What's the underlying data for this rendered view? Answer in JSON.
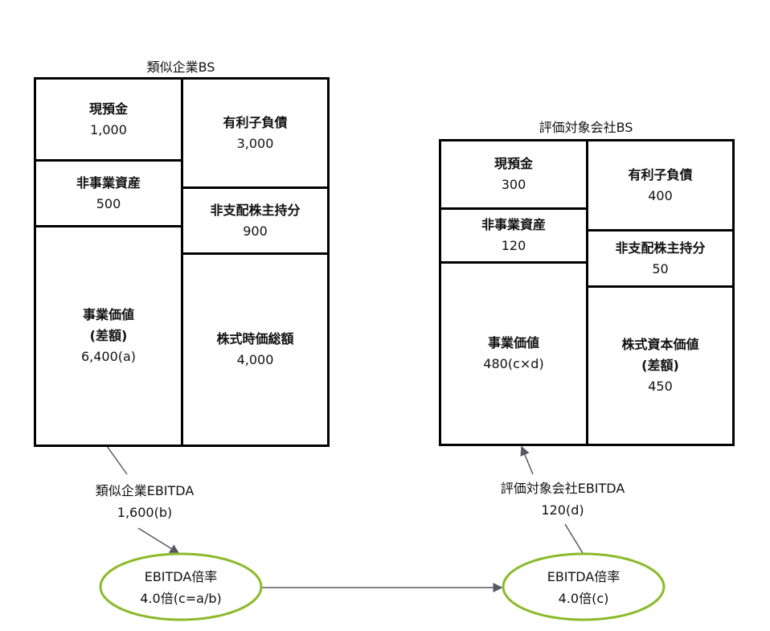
{
  "comparable": {
    "title": "類似企業BS",
    "cells": [
      {
        "label": "現預金",
        "value": "1,000"
      },
      {
        "label": "非事業資産",
        "value": "500"
      },
      {
        "label": "事業価値",
        "label2": "(差額)",
        "value": "6,400(a)"
      },
      {
        "label": "有利子負債",
        "value": "3,000"
      },
      {
        "label": "非支配株主持分",
        "value": "900"
      },
      {
        "label": "株式時価総額",
        "value": "4,000"
      }
    ],
    "ebitda_label": "類似企業EBITDA",
    "ebitda_value": "1,600(b)",
    "multiple_label": "EBITDA倍率",
    "multiple_value": "4.0倍(c=a/b)"
  },
  "target": {
    "title": "評価対象会社BS",
    "cells": [
      {
        "label": "現預金",
        "value": "300"
      },
      {
        "label": "非事業資産",
        "value": "120"
      },
      {
        "label": "事業価値",
        "value": "480(c×d)"
      },
      {
        "label": "有利子負債",
        "value": "400"
      },
      {
        "label": "非支配株主持分",
        "value": "50"
      },
      {
        "label": "株式資本価値",
        "label2": "(差額)",
        "value": "450"
      }
    ],
    "ebitda_label": "評価対象会社EBITDA",
    "ebitda_value": "120(d)",
    "multiple_label": "EBITDA倍率",
    "multiple_value": "4.0倍(c)"
  },
  "colors": {
    "ellipse": "#8cba2a",
    "arrow": "#555a60"
  }
}
